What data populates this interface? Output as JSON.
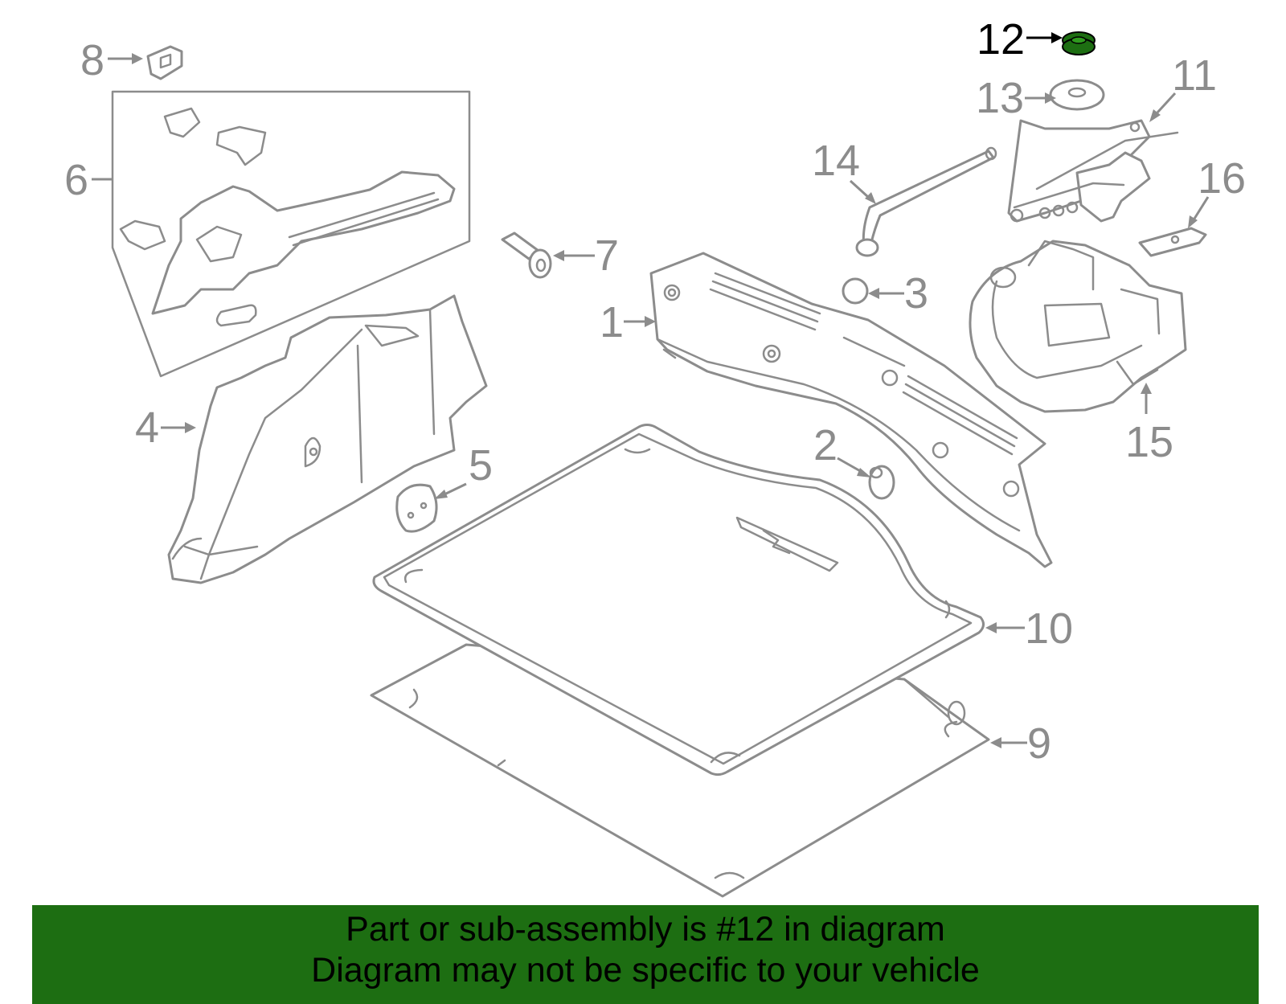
{
  "diagram": {
    "callouts": [
      "1",
      "2",
      "3",
      "4",
      "5",
      "6",
      "7",
      "8",
      "9",
      "10",
      "11",
      "12",
      "13",
      "14",
      "15",
      "16"
    ],
    "highlighted_callout": "12",
    "highlight_color": "#1d6e12",
    "line_color": "#8c8c8c"
  },
  "banner": {
    "line1": "Part or sub-assembly is #12 in diagram",
    "line2": "Diagram may not be specific to your vehicle",
    "background": "#1d6e12"
  }
}
